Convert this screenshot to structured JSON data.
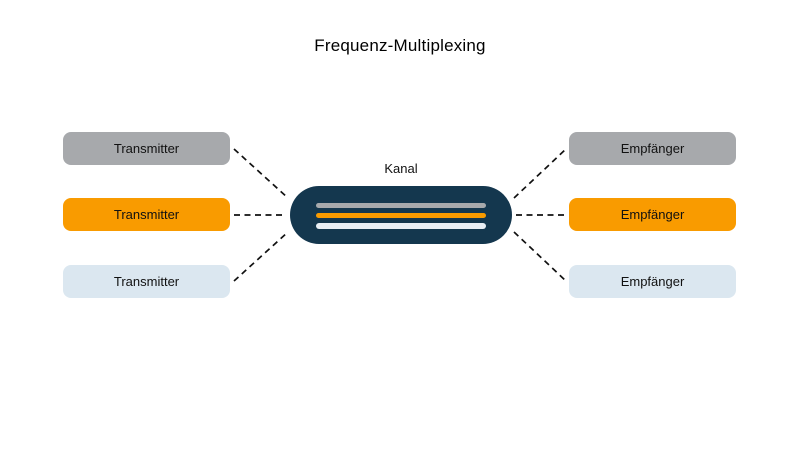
{
  "title": "Frequenz-Multiplexing",
  "channel": {
    "label": "Kanal",
    "body_color": "#14374e",
    "stripes": [
      "#a7a9ac",
      "#f99b00",
      "#e9eff5"
    ]
  },
  "colors": {
    "gray": "#a7a9ac",
    "orange": "#f99b00",
    "lightblue": "#dbe7f0",
    "line": "#111111",
    "background": "#ffffff"
  },
  "transmitters": [
    {
      "label": "Transmitter",
      "color": "#a7a9ac"
    },
    {
      "label": "Transmitter",
      "color": "#f99b00"
    },
    {
      "label": "Transmitter",
      "color": "#dbe7f0"
    }
  ],
  "receivers": [
    {
      "label": "Empfänger",
      "color": "#a7a9ac"
    },
    {
      "label": "Empfänger",
      "color": "#f99b00"
    },
    {
      "label": "Empfänger",
      "color": "#dbe7f0"
    }
  ]
}
